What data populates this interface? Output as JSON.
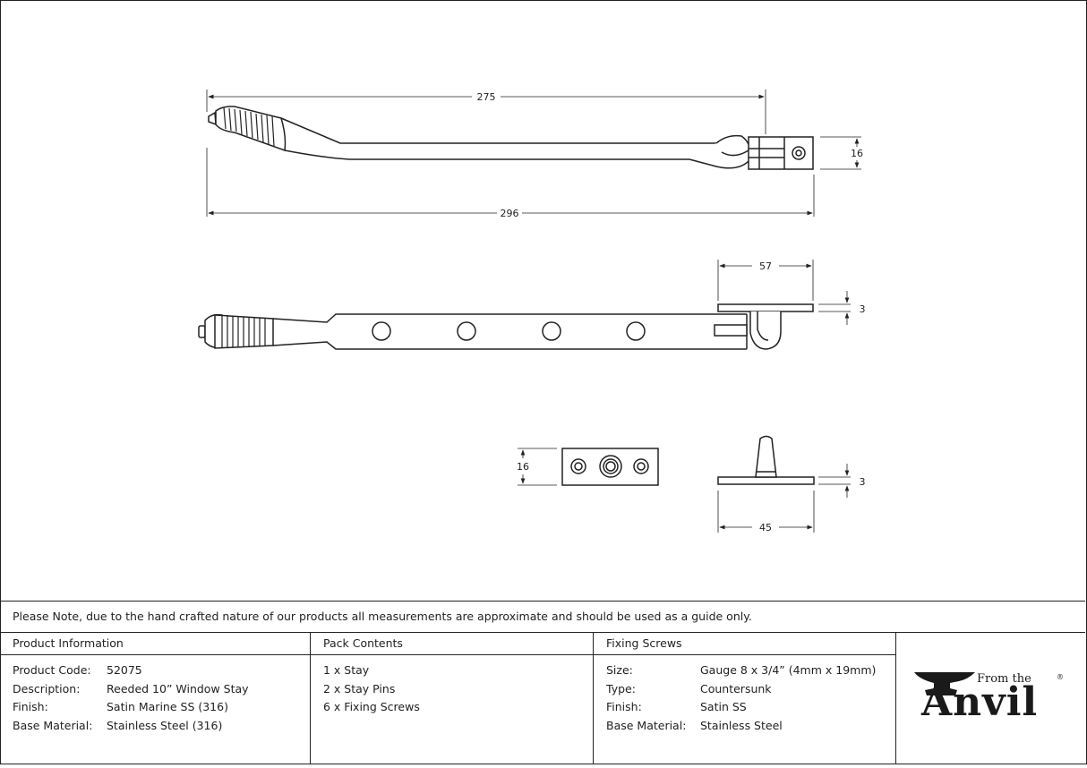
{
  "dimensions": {
    "top_view": {
      "overall_length": "275",
      "height": "16",
      "total_length": "296"
    },
    "side_view": {
      "bracket_length": "57",
      "thickness": "3"
    },
    "plate_view": {
      "height": "16"
    },
    "pin_view": {
      "thickness": "3",
      "length": "45"
    }
  },
  "note": "Please Note, due to the hand crafted nature of our products all measurements are approximate and should be used as a guide only.",
  "product_info": {
    "heading": "Product Information",
    "rows": [
      {
        "label": "Product Code:",
        "value": "52075"
      },
      {
        "label": "Description:",
        "value": "Reeded 10” Window Stay"
      },
      {
        "label": "Finish:",
        "value": "Satin Marine SS (316)"
      },
      {
        "label": "Base Material:",
        "value": "Stainless Steel (316)"
      }
    ]
  },
  "pack_contents": {
    "heading": "Pack Contents",
    "items": [
      "1 x Stay",
      "2 x Stay Pins",
      "6 x Fixing Screws"
    ]
  },
  "fixing_screws": {
    "heading": "Fixing Screws",
    "rows": [
      {
        "label": "Size:",
        "value": "Gauge 8 x 3/4” (4mm x 19mm)"
      },
      {
        "label": "Type:",
        "value": "Countersunk"
      },
      {
        "label": "Finish:",
        "value": "Satin SS"
      },
      {
        "label": "Base Material:",
        "value": "Stainless Steel"
      }
    ]
  },
  "logo": {
    "from_the": "From the",
    "brand": "Anvil",
    "registered": "®"
  }
}
